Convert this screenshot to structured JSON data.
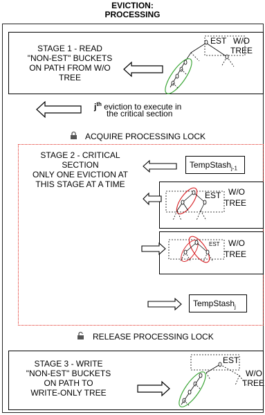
{
  "header": {
    "line1": "EVICTION:",
    "line2": "PROCESSING"
  },
  "stage1": {
    "lines": [
      "STAGE 1 - READ",
      "\"NON-EST\" BUCKETS",
      "ON PATH FROM  W/O",
      "TREE"
    ],
    "est": "EST",
    "wo1": "W/O",
    "wo2": "TREE"
  },
  "note": {
    "j": "j",
    "th": "th",
    "rest1": " eviction to execute in",
    "line2": "the critical section"
  },
  "acquire": {
    "label": "ACQUIRE PROCESSING LOCK",
    "icon": "lock-closed-icon"
  },
  "stage2": {
    "lines": [
      "STAGE 2 - CRITICAL",
      "SECTION",
      "ONLY ONE EVICTION AT",
      "THIS STAGE AT A TIME"
    ],
    "stash_in": "TempStash",
    "stash_in_sub": "j-1",
    "tree1_est": "EST",
    "tree1_wo1": "W/O",
    "tree1_wo2": "TREE",
    "tree2_est": "EST",
    "tree2_wo1": "W/O",
    "tree2_wo2": "TREE",
    "stash_out": "TempStash",
    "stash_out_sub": "j"
  },
  "release": {
    "label": "RELEASE PROCESSING LOCK",
    "icon": "lock-open-icon"
  },
  "stage3": {
    "lines": [
      "STAGE 3 - WRITE",
      "\"NON-EST\" BUCKETS",
      "ON PATH TO",
      "WRITE-ONLY TREE"
    ],
    "est": "EST",
    "wo1": "W/O",
    "wo2": "TREE"
  },
  "colors": {
    "red_dotted": "#e0241b",
    "green_oval": "#3aa535",
    "red_oval": "#d8262a"
  }
}
